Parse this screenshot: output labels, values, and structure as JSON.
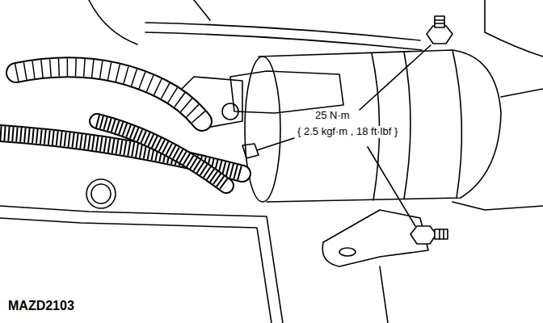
{
  "diagram": {
    "labels": [
      "25 N·m",
      "{ 2.5 kgf·m , 18 ft·lbf }",
      "MAZD2103"
    ]
  }
}
